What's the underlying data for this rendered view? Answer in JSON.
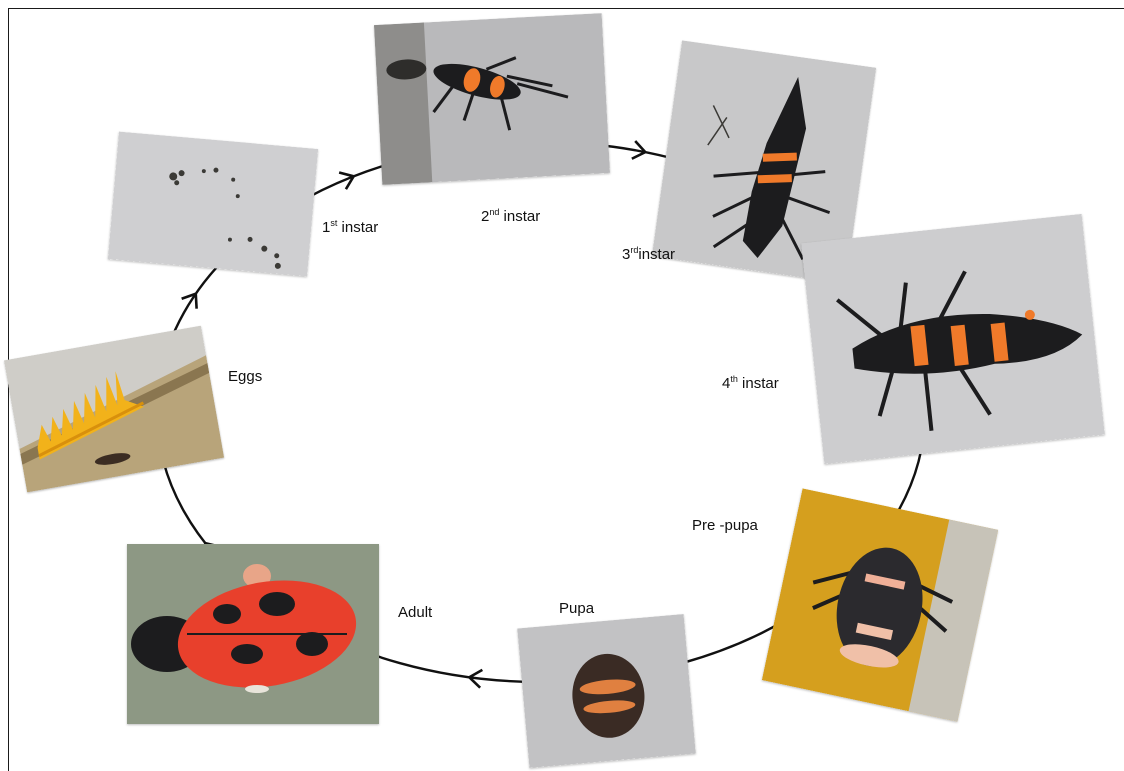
{
  "diagram": {
    "stages": [
      {
        "id": "eggs",
        "label": "Eggs",
        "sup": "",
        "suffix": ""
      },
      {
        "id": "instar1",
        "label": "1",
        "sup": "st",
        "suffix": " instar"
      },
      {
        "id": "instar2",
        "label": "2",
        "sup": "nd",
        "suffix": " instar"
      },
      {
        "id": "instar3",
        "label": "3",
        "sup": "rd",
        "suffix": "instar"
      },
      {
        "id": "instar4",
        "label": "4",
        "sup": "th",
        "suffix": " instar"
      },
      {
        "id": "prepupa",
        "label": "Pre -pupa",
        "sup": "",
        "suffix": ""
      },
      {
        "id": "pupa",
        "label": "Pupa",
        "sup": "",
        "suffix": ""
      },
      {
        "id": "adult",
        "label": "Adult",
        "sup": "",
        "suffix": ""
      }
    ],
    "colors": {
      "cycle_line": "#111111",
      "larva_black": "#1c1c1e",
      "larva_orange": "#f07a2a",
      "egg_yellow": "#f2b21a",
      "adult_red": "#e8402c",
      "photo_background": "#c9c9cb"
    },
    "icons": [
      "cycle-arrow-icon"
    ]
  }
}
